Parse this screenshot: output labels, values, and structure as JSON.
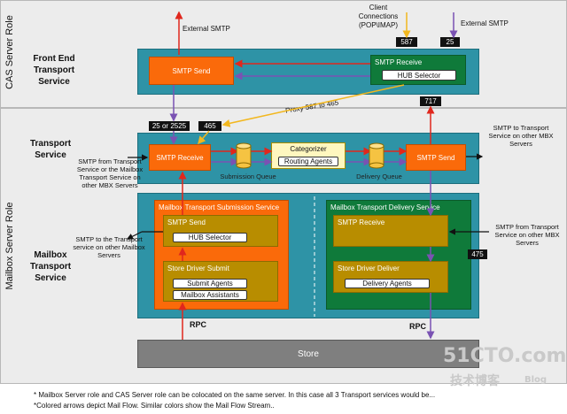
{
  "roles": {
    "cas": "CAS Server Role",
    "mailbox": "Mailbox Server Role"
  },
  "sections": {
    "front_end": "Front End Transport Service",
    "transport": "Transport Service",
    "mailbox_transport": "Mailbox Transport Service"
  },
  "front_end": {
    "smtp_send": "SMTP Send",
    "smtp_receive": "SMTP Receive",
    "hub_selector": "HUB Selector"
  },
  "external_labels": {
    "external_smtp_left": "External SMTP",
    "external_smtp_right": "External SMTP",
    "client_connections": "Client Connections (POP\\IMAP)",
    "proxy": "Proxy 587 to 465"
  },
  "ports": {
    "p587": "587",
    "p25": "25",
    "p717": "717",
    "p25or2525": "25 or 2525",
    "p465": "465",
    "p475": "475"
  },
  "transport": {
    "smtp_receive": "SMTP Receive",
    "categorizer": "Categorizer",
    "routing_agents": "Routing Agents",
    "smtp_send": "SMTP Send",
    "submission_queue": "Submission Queue",
    "delivery_queue": "Delivery Queue",
    "left_note": "SMTP from Transport Service or the Mailbox Transport Service on other MBX Servers",
    "right_note": "SMTP to Transport Service on other MBX Servers"
  },
  "submission": {
    "title": "Mailbox Transport Submission Service",
    "smtp_send": "SMTP Send",
    "hub_selector": "HUB Selector",
    "store_driver": "Store Driver Submit",
    "submit_agents": "Submit Agents",
    "mailbox_assistants": "Mailbox Assistants",
    "left_note": "SMTP to the Transport service on other Mailbox Servers"
  },
  "delivery": {
    "title": "Mailbox Transport Delivery Service",
    "smtp_receive": "SMTP Receive",
    "store_driver": "Store Driver Deliver",
    "delivery_agents": "Delivery Agents",
    "right_note": "SMTP from Transport Service on other MBX Servers"
  },
  "rpc_left": "RPC",
  "rpc_right": "RPC",
  "store": "Store",
  "footnotes": {
    "line1": "* Mailbox Server role and CAS Server role can be colocated on the same server. In this case all 3 Transport services would be...",
    "line2": "*Colored arrows depict Mail Flow. Similar colors show the Mail Flow Stream.."
  },
  "watermark": {
    "brand": "51CTO.com",
    "sub": "技术博客",
    "blog": "Blog"
  },
  "colors": {
    "teal": "#2e93a6",
    "orange": "#fa6a0a",
    "green": "#0f7a3a",
    "gold": "#b88d00",
    "red_arrow": "#e0271d",
    "purple_arrow": "#7a52b3",
    "yellow_arrow": "#f2b71e"
  }
}
